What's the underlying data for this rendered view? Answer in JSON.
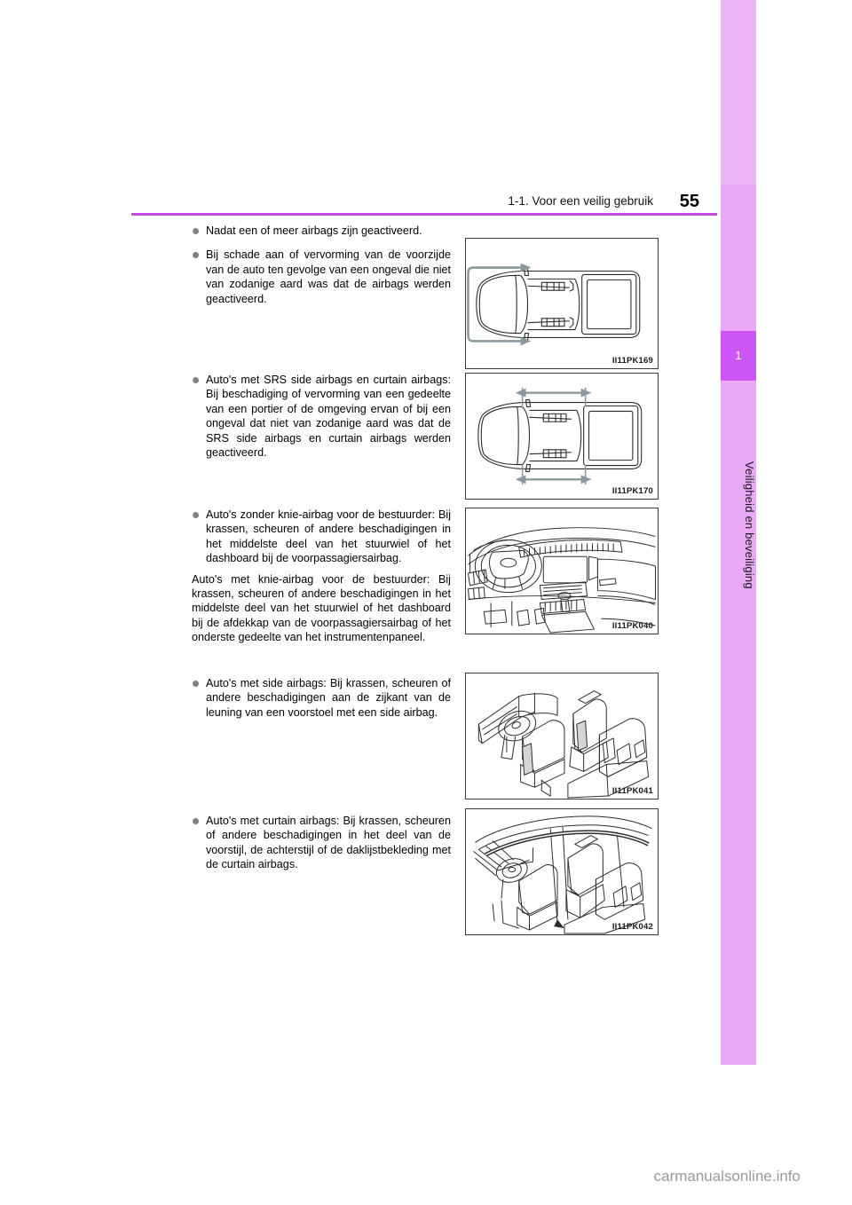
{
  "header": {
    "breadcrumb": "1-1. Voor een veilig gebruik",
    "page_number": "55"
  },
  "sidebar": {
    "chapter_number": "1",
    "chapter_name": "Veiligheid en beveiliging",
    "band_color": "#e9a9f7",
    "tab_color": "#cc55f5",
    "rule_color": "#c44be0"
  },
  "content": {
    "bullets": [
      {
        "id": "bullet-airbags-activated",
        "text": "Nadat een of meer airbags zijn geactiveerd."
      },
      {
        "id": "bullet-front-damage",
        "text": "Bij schade aan of vervorming van de voorzijde van de auto ten gevolge van een ongeval die niet van zodanige aard was dat de airbags werden geactiveerd."
      },
      {
        "id": "bullet-srs-side-curtain",
        "text": "Auto's met SRS side airbags en curtain airbags: Bij beschadiging of vervorming van een gedeelte van een portier of de omgeving ervan of bij een ongeval dat niet van zodanige aard was dat de SRS side airbags en curtain airbags werden geactiveerd."
      },
      {
        "id": "bullet-without-knee-airbag",
        "text": "Auto's zonder knie-airbag voor de bestuurder: Bij krassen, scheuren of andere beschadigingen in het middelste deel van het stuurwiel of het dashboard bij de voorpassagiersairbag."
      },
      {
        "id": "bullet-side-airbags",
        "text": "Auto's met side airbags: Bij krassen, scheuren of andere beschadigingen aan de zijkant van de leuning van een voorstoel met een side airbag."
      },
      {
        "id": "bullet-curtain-airbags",
        "text": "Auto's met curtain airbags: Bij krassen, scheuren of andere beschadigingen in het deel van de voorstijl, de achterstijl of de daklijstbekleding met de curtain airbags."
      }
    ],
    "paragraphs": [
      {
        "id": "para-with-knee-airbag",
        "text": "Auto's met knie-airbag voor de bestuurder: Bij krassen, scheuren of andere beschadigingen in het middelste deel van het stuurwiel of het dashboard bij de afdekkap van de voorpassagiersairbag of het onderste gedeelte van het instrumentenpaneel."
      }
    ]
  },
  "figures": [
    {
      "id": "figure-truck-front",
      "code": "II11PK169",
      "alt": "bovenaanzicht pick-up met pijlen naar voorzijde"
    },
    {
      "id": "figure-truck-sides",
      "code": "II11PK170",
      "alt": "bovenaanzicht pick-up met pijlen langs portieren"
    },
    {
      "id": "figure-dashboard",
      "code": "II11PK040",
      "alt": "dashboard met stuurwiel en instrumentenpaneel"
    },
    {
      "id": "figure-seats-side",
      "code": "II11PK041",
      "alt": "interieur met side airbags in voorstoelleuningen"
    },
    {
      "id": "figure-curtain",
      "code": "II11PK042",
      "alt": "interieur met curtain airbags langs daklijst"
    }
  ],
  "watermark": {
    "text": "carmanualsonline.info"
  }
}
